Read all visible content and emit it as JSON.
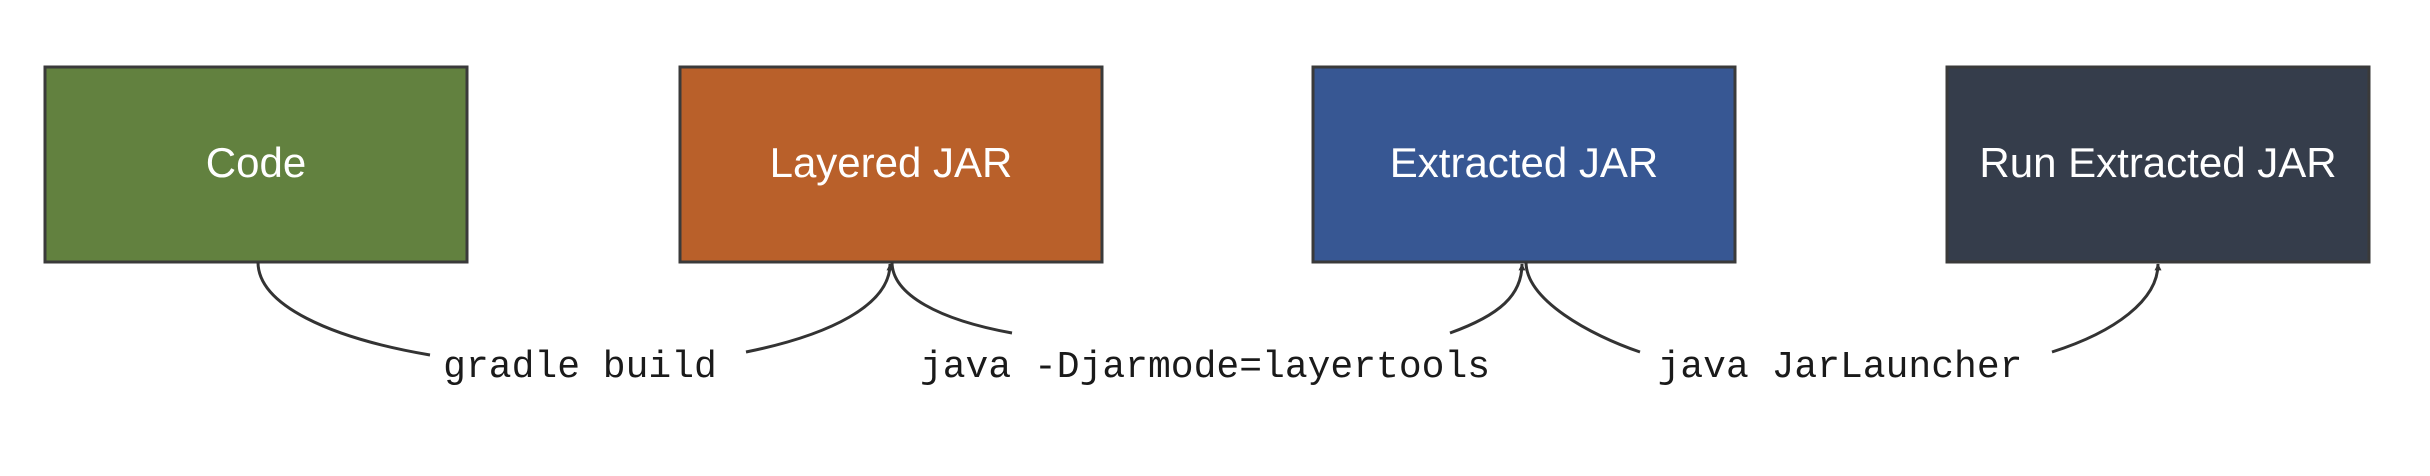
{
  "nodes": [
    {
      "id": "code",
      "label": "Code",
      "color": "#62813f"
    },
    {
      "id": "layered-jar",
      "label": "Layered JAR",
      "color": "#b9602a"
    },
    {
      "id": "extracted-jar",
      "label": "Extracted JAR",
      "color": "#375793"
    },
    {
      "id": "run-extracted-jar",
      "label": "Run Extracted JAR",
      "color": "#353d4b"
    }
  ],
  "edges": [
    {
      "from": "code",
      "to": "layered-jar",
      "label": "gradle build"
    },
    {
      "from": "layered-jar",
      "to": "extracted-jar",
      "label": "java -Djarmode=layertools"
    },
    {
      "from": "extracted-jar",
      "to": "run-extracted-jar",
      "label": "java JarLauncher"
    }
  ],
  "colors": {
    "edge": "#333333",
    "border": "#3a3a3a",
    "background": "#ffffff"
  }
}
